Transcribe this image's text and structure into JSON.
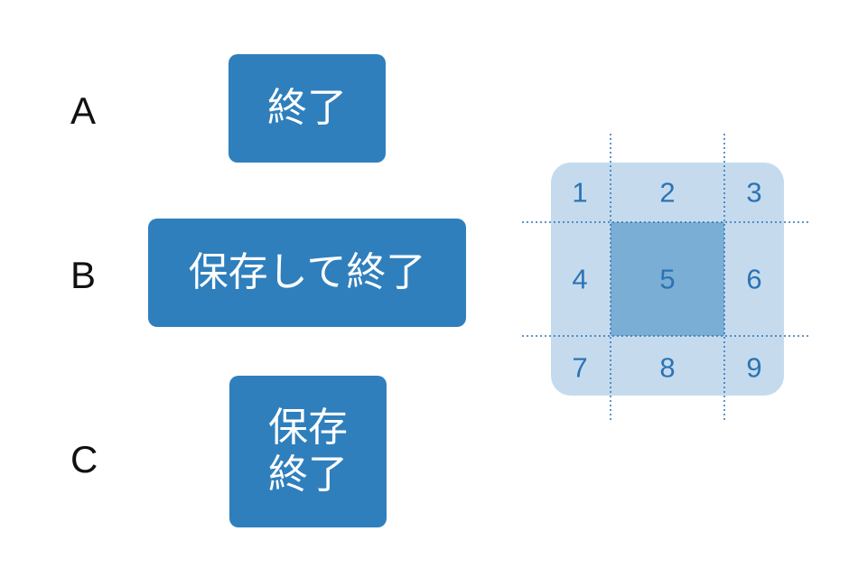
{
  "rows": {
    "a": {
      "label": "A",
      "button_text": "終了"
    },
    "b": {
      "label": "B",
      "button_text": "保存して終了"
    },
    "c": {
      "label": "C",
      "button_lines": [
        "保存",
        "終了"
      ]
    }
  },
  "grid": {
    "cells": [
      "1",
      "2",
      "3",
      "4",
      "5",
      "6",
      "7",
      "8",
      "9"
    ],
    "colors": {
      "outer": "#c5dbed",
      "center": "#7aaed5",
      "guides": "#2b73b6",
      "numbers": "#2b73b6"
    }
  },
  "colors": {
    "button_bg": "#2f7fbd",
    "button_text": "#ffffff"
  }
}
